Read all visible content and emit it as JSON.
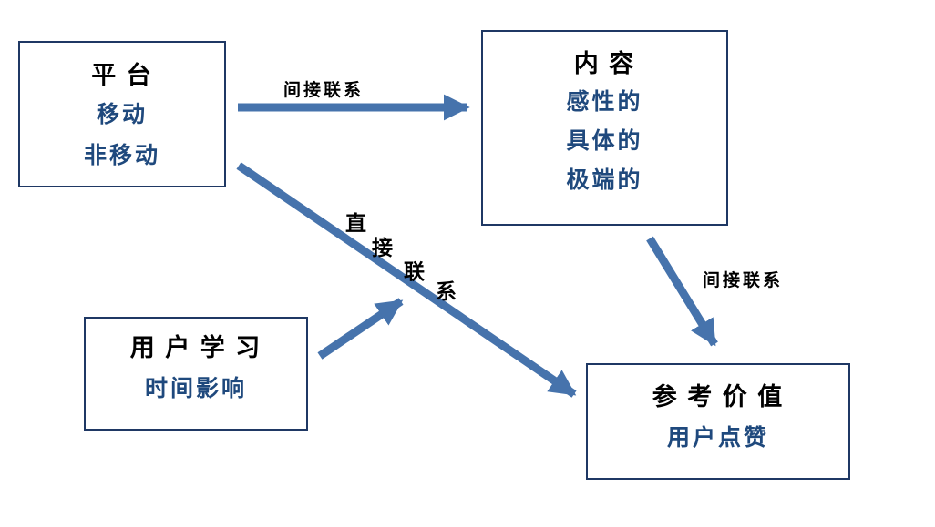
{
  "colors": {
    "arrow": "#4673AC",
    "box_border": "#1F3864",
    "title_text": "#000000",
    "item_text": "#1F497D",
    "background": "#FFFFFF"
  },
  "nodes": [
    {
      "id": "platform",
      "title": "平 台",
      "items": [
        "移动",
        "非移动"
      ]
    },
    {
      "id": "content",
      "title": "内 容",
      "items": [
        "感性的",
        "具体的",
        "极端的"
      ]
    },
    {
      "id": "user_learning",
      "title": "用 户 学 习",
      "items": [
        "时间影响"
      ]
    },
    {
      "id": "reference_value",
      "title": "参 考 价 值",
      "items": [
        "用户点赞"
      ]
    }
  ],
  "edges": [
    {
      "from": "平台",
      "to": "内容",
      "label": "间接联系"
    },
    {
      "from": "平台",
      "to": "参考价值",
      "label": "直接联系",
      "label_chars": [
        "直",
        "接",
        "联",
        "系"
      ]
    },
    {
      "from": "用户学习",
      "to": "平台→参考价值箭头",
      "label": ""
    },
    {
      "from": "内容",
      "to": "参考价值",
      "label": "间接联系"
    }
  ]
}
